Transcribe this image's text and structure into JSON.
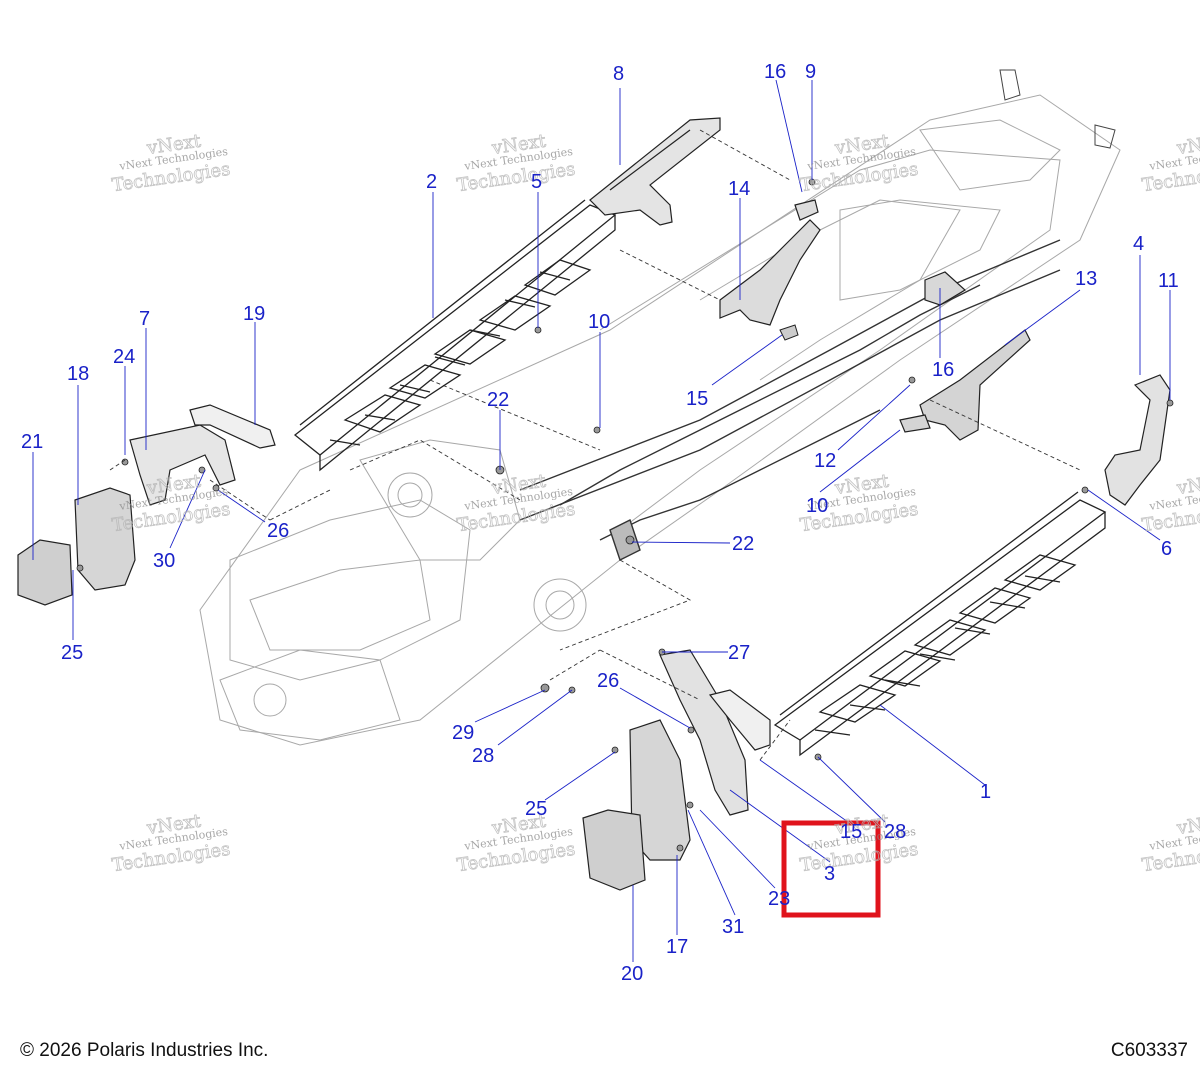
{
  "diagram": {
    "callouts": [
      "1",
      "2",
      "3",
      "4",
      "5",
      "6",
      "7",
      "8",
      "9",
      "10",
      "10",
      "11",
      "12",
      "13",
      "14",
      "15",
      "15",
      "16",
      "16",
      "17",
      "18",
      "19",
      "20",
      "21",
      "22",
      "22",
      "23",
      "24",
      "25",
      "25",
      "26",
      "26",
      "27",
      "28",
      "28",
      "29",
      "30",
      "31"
    ],
    "watermark": {
      "line1": "vNext Technologies",
      "line2": "Technologies",
      "prefix": "vNext"
    }
  },
  "colors": {
    "callout": "#1a22c8",
    "highlight": "#e0131c",
    "line": "#222222",
    "frame": "#9a9a9a"
  },
  "footer": {
    "copyright": "© 2026 Polaris Industries Inc.",
    "code": "C603337"
  }
}
